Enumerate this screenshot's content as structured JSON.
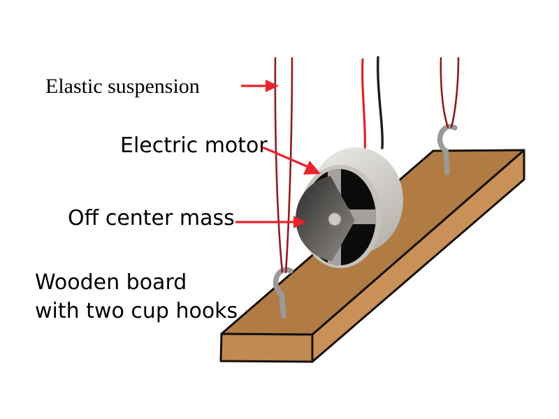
{
  "diagram": {
    "title": "Electric motor with off-center mass on a wooden board suspended by elastic bands",
    "labels": {
      "elastic_suspension": "Elastic suspension",
      "electric_motor": "Electric motor",
      "off_center_mass": "Off center mass",
      "wooden_board_line1": "Wooden board",
      "wooden_board_line2": "with two cup hooks"
    },
    "colors": {
      "background": "#ffffff",
      "text": "#000000",
      "arrow_red": "#e8232b",
      "elastic_band": "#8e1b22",
      "wire_red": "#d9252b",
      "wire_black": "#1c1c1c",
      "board_top": "#b07c43",
      "board_front": "#c99158",
      "board_end": "#c08a52",
      "board_outline": "#150e06",
      "motor_body_light": "#edecea",
      "motor_body_dark": "#b9b5af",
      "motor_rim": "#c6c2bc",
      "motor_face": "#0b0b0b",
      "motor_cross": "#a5a09b",
      "motor_hub": "#a5a09b",
      "mass_dark": "#2b2b2b",
      "mass_light": "#918c86",
      "shaft_fill": "#cdcbc9",
      "shaft_stroke": "#8f8b86",
      "hook": "#9a9a9a"
    }
  }
}
